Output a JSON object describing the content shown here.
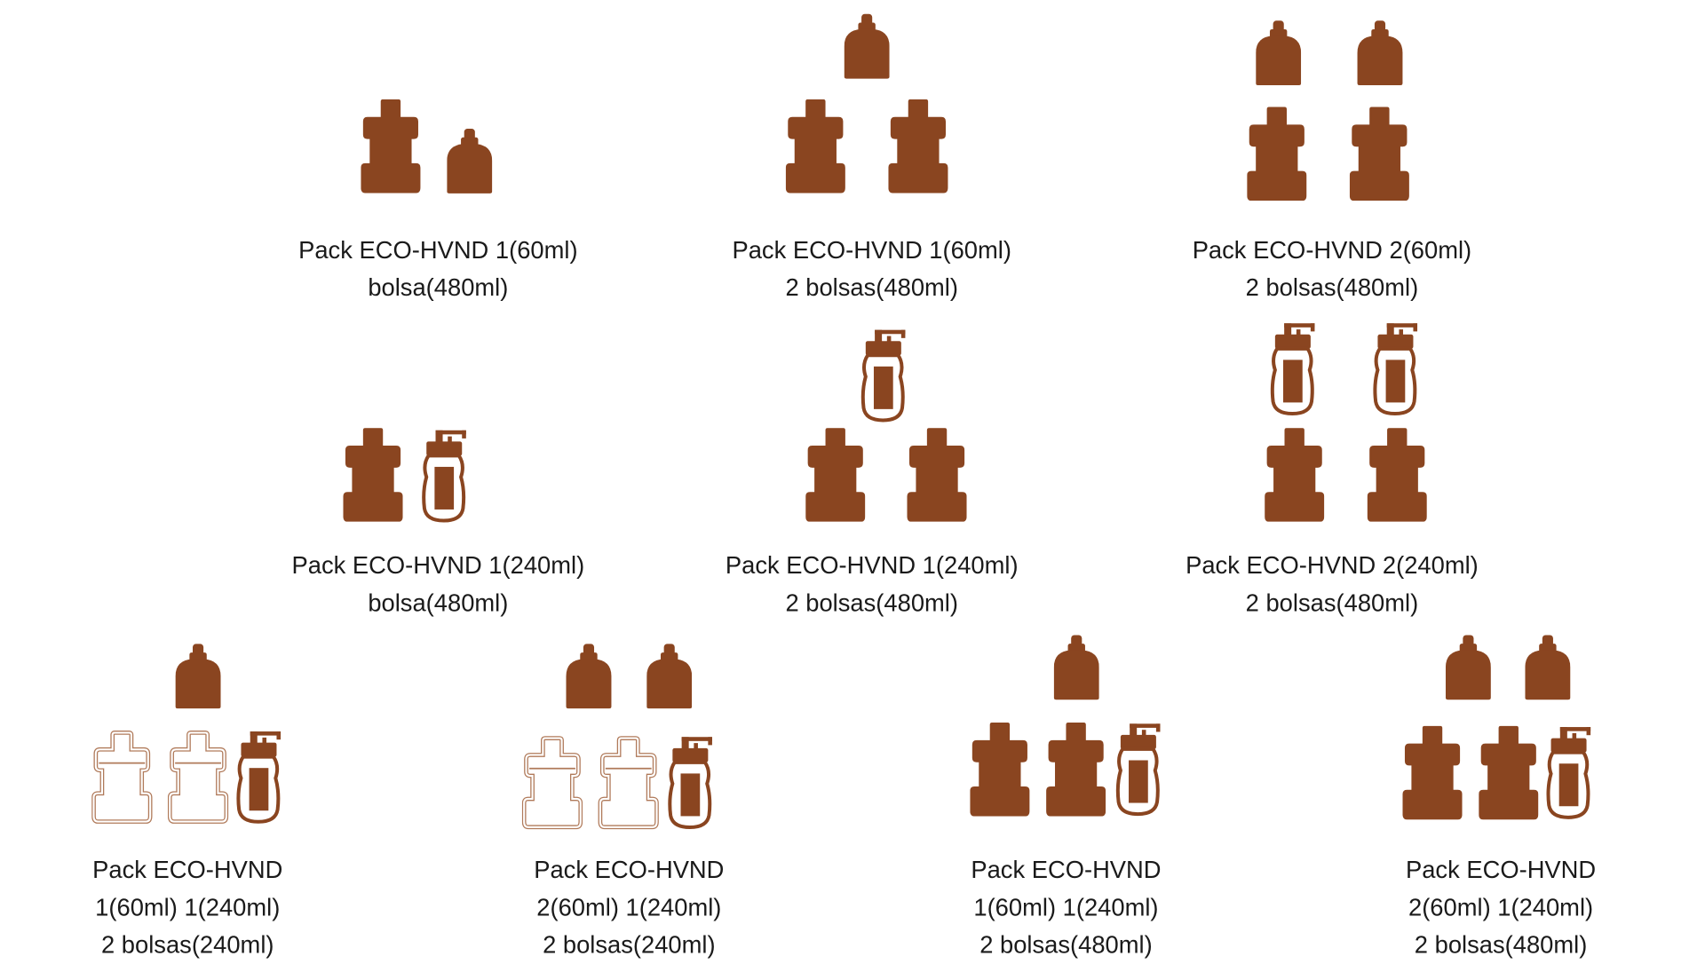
{
  "colors": {
    "product": "#8A4520",
    "outline": "#8A4520"
  },
  "packs": [
    {
      "lines": [
        "Pack ECO-HVND 1(60ml)",
        "bolsa(480ml)"
      ]
    },
    {
      "lines": [
        "Pack ECO-HVND 1(60ml)",
        "2 bolsas(480ml)"
      ]
    },
    {
      "lines": [
        "Pack ECO-HVND 2(60ml)",
        "2 bolsas(480ml)"
      ]
    },
    {
      "lines": [
        "Pack ECO-HVND 1(240ml)",
        "bolsa(480ml)"
      ]
    },
    {
      "lines": [
        "Pack ECO-HVND 1(240ml)",
        "2 bolsas(480ml)"
      ]
    },
    {
      "lines": [
        "Pack ECO-HVND 2(240ml)",
        "2 bolsas(480ml)"
      ]
    },
    {
      "lines": [
        "Pack ECO-HVND",
        "1(60ml) 1(240ml)",
        "2 bolsas(240ml)"
      ]
    },
    {
      "lines": [
        "Pack ECO-HVND",
        "2(60ml) 1(240ml)",
        "2 bolsas(240ml)"
      ]
    },
    {
      "lines": [
        "Pack ECO-HVND",
        "1(60ml) 1(240ml)",
        "2 bolsas(480ml)"
      ]
    },
    {
      "lines": [
        "Pack ECO-HVND",
        "2(60ml) 1(240ml)",
        "2 bolsas(480ml)"
      ]
    }
  ]
}
